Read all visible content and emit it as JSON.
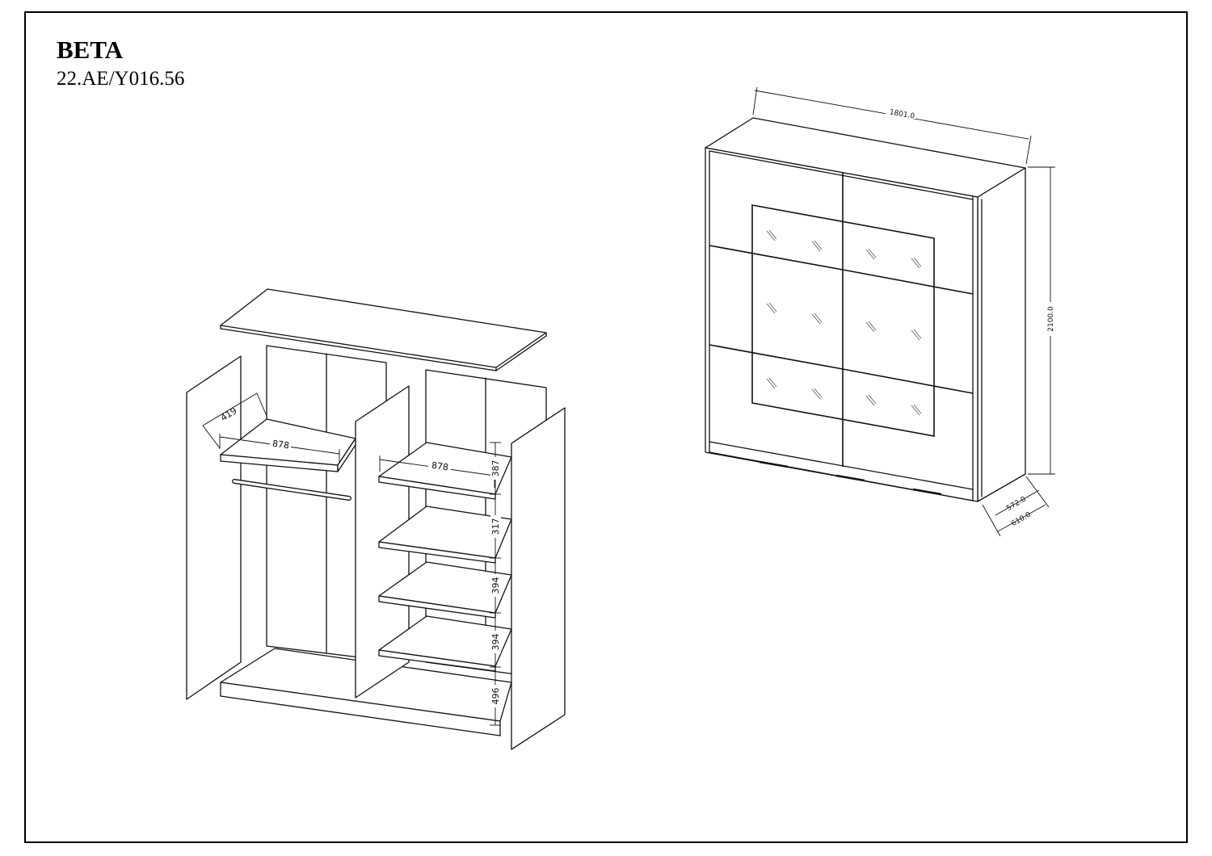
{
  "title": "BETA",
  "code": "22.AE/Y016.56",
  "dimensions": {
    "width": "1801.0",
    "height": "2100.0",
    "depth_inner": "572.0",
    "depth_outer": "610.0",
    "shelf_depth": "419",
    "left_shelf_width": "878",
    "right_shelf_width": "878",
    "gap_1": "387",
    "gap_2": "317",
    "gap_3": "394",
    "gap_4": "394",
    "gap_5": "496"
  },
  "colors": {
    "line": "#111111",
    "background": "#ffffff"
  }
}
